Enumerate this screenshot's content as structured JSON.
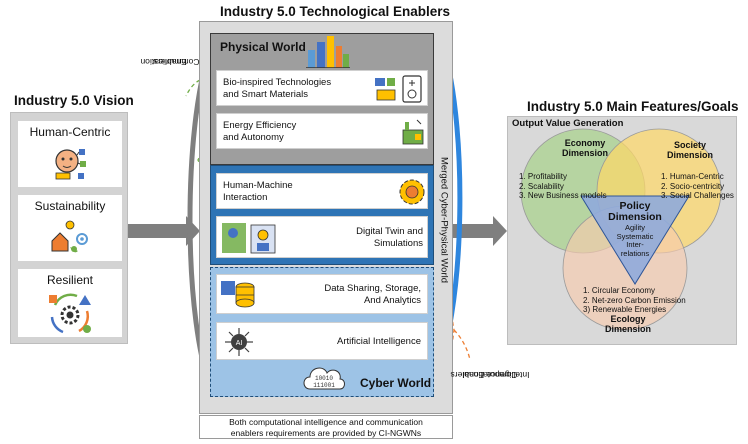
{
  "vision": {
    "title": "Industry 5.0 Vision",
    "items": [
      {
        "label": "Human-Centric"
      },
      {
        "label": "Sustainability"
      },
      {
        "label": "Resilient"
      }
    ]
  },
  "enablers": {
    "title": "Industry 5.0 Technological Enablers",
    "physical_world": "Physical World",
    "cyber_world": "Cyber World",
    "merged_world": "Merged Cyber-Physical World",
    "items": [
      {
        "line1": "Bio-inspired Technologies",
        "line2": "and Smart Materials"
      },
      {
        "line1": "Energy Efficiency",
        "line2": "and Autonomy"
      },
      {
        "line1": "Human-Machine",
        "line2": "Interaction"
      },
      {
        "line1": "Digital Twin and",
        "line2": "Simulations"
      },
      {
        "line1": "Data Sharing, Storage,",
        "line2": "And Analytics"
      },
      {
        "line1": "Artificial Intelligence",
        "line2": ""
      }
    ],
    "communication_label_1": "Communication",
    "communication_label_2": "Enablers",
    "ci_label_1": "Computational",
    "ci_label_2": "Intelligence Enablers",
    "footer_1": "Both computational intelligence and communication",
    "footer_2": "enablers requirements are provided by CI-NGWNs",
    "binary_1": "10010",
    "binary_2": "111001"
  },
  "features": {
    "title": "Industry 5.0 Main Features/Goals",
    "output_title": "Output Value Generation",
    "economy": {
      "head1": "Economy",
      "head2": "Dimension",
      "items": [
        "1. Profitability",
        "2. Scalability",
        "3. New Business models"
      ]
    },
    "society": {
      "head1": "Society",
      "head2": "Dimension",
      "items": [
        "1. Human-Centric",
        "2. Socio-centricity",
        "3. Social Challenges"
      ]
    },
    "ecology": {
      "head1": "Ecology",
      "head2": "Dimension",
      "items": [
        "1. Circular Economy",
        "2. Net-zero Carbon Emission",
        "3) Renewable Energies"
      ]
    },
    "policy": {
      "head1": "Policy",
      "head2": "Dimension",
      "items": [
        "Agility",
        "Systematic",
        "Inter-",
        "relations"
      ]
    }
  },
  "colors": {
    "economy": "#a9d18e",
    "society": "#ffd966",
    "ecology": "#f8cbad",
    "policy": "#8faadc",
    "merged": "#2e74b5",
    "cyber": "#9dc3e6",
    "physical": "#9e9e9e"
  }
}
